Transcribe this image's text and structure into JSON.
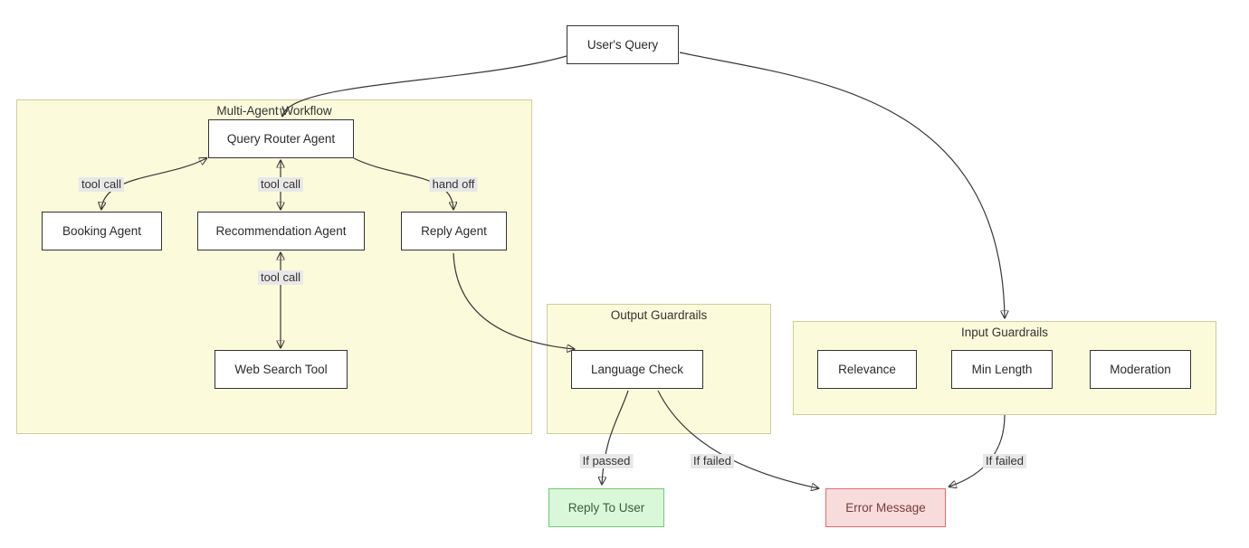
{
  "clusters": {
    "multi_agent_workflow": {
      "title": "Multi-Agent Workflow"
    },
    "output_guardrails": {
      "title": "Output Guardrails"
    },
    "input_guardrails": {
      "title": "Input Guardrails"
    }
  },
  "nodes": {
    "users_query": {
      "label": "User's Query"
    },
    "query_router_agent": {
      "label": "Query Router Agent"
    },
    "booking_agent": {
      "label": "Booking Agent"
    },
    "recommendation_agent": {
      "label": "Recommendation Agent"
    },
    "reply_agent": {
      "label": "Reply Agent"
    },
    "web_search_tool": {
      "label": "Web Search Tool"
    },
    "language_check": {
      "label": "Language Check"
    },
    "relevance": {
      "label": "Relevance"
    },
    "min_length": {
      "label": "Min Length"
    },
    "moderation": {
      "label": "Moderation"
    },
    "reply_to_user": {
      "label": "Reply To User"
    },
    "error_message": {
      "label": "Error Message"
    }
  },
  "edge_labels": {
    "tool_call_booking": "tool call",
    "tool_call_recommendation": "tool call",
    "hand_off": "hand off",
    "tool_call_web_search": "tool call",
    "if_passed": "If passed",
    "if_failed_output": "If failed",
    "if_failed_input": "If failed"
  },
  "colors": {
    "cluster_fill": "#fbfbdc",
    "cluster_border": "#cdcd9a",
    "node_fill": "#ffffff",
    "node_border": "#333333",
    "edge_stroke": "#383838",
    "edge_label_bg": "#e8e8e8",
    "success_fill": "#d9f7d9",
    "success_border": "#73c973",
    "error_fill": "#f8dcdc",
    "error_border": "#e06c6c"
  }
}
